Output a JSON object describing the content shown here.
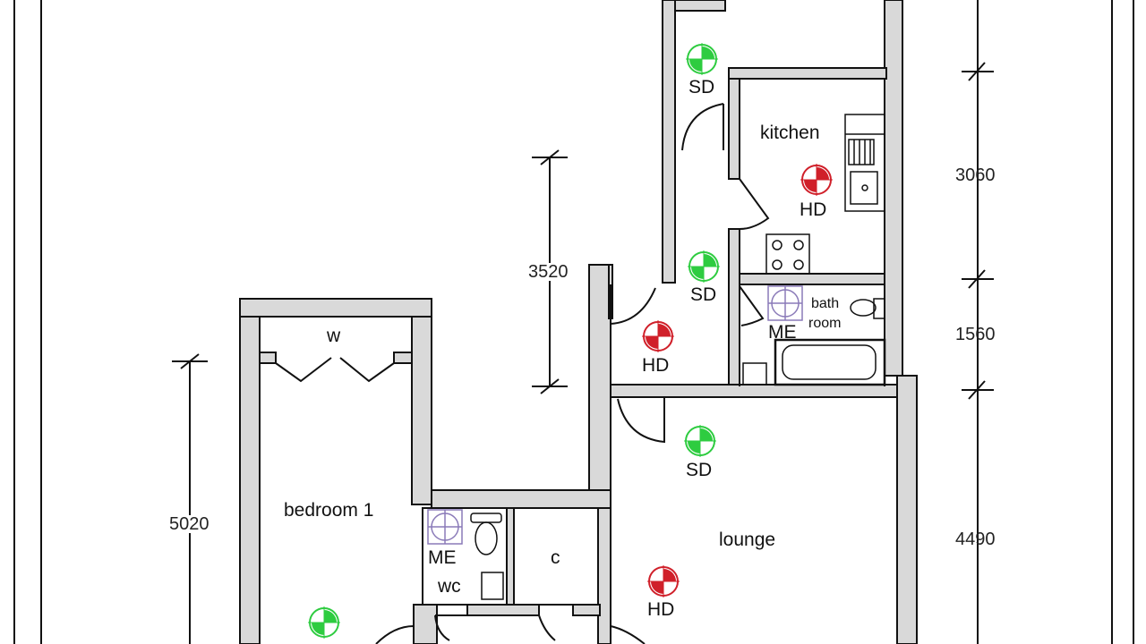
{
  "rooms": {
    "kitchen": "kitchen",
    "bathroom_line1": "bath",
    "bathroom_line2": "room",
    "bedroom": "bedroom 1",
    "lounge": "lounge",
    "wardrobe": "w",
    "wc": "wc",
    "cupboard": "c"
  },
  "symbols": {
    "smoke_detector": "SD",
    "heat_detector": "HD",
    "mechanical_extract": "ME"
  },
  "dimensions": {
    "right": [
      "3060",
      "1560",
      "4490"
    ],
    "hall": "3520",
    "bedroom": "5020"
  },
  "colors": {
    "smoke_detector": "#2ecc40",
    "heat_detector": "#d0202a",
    "extract_fan": "#8a7ab8",
    "wall_fill": "#d9d9d9",
    "wall_stroke": "#111111"
  }
}
